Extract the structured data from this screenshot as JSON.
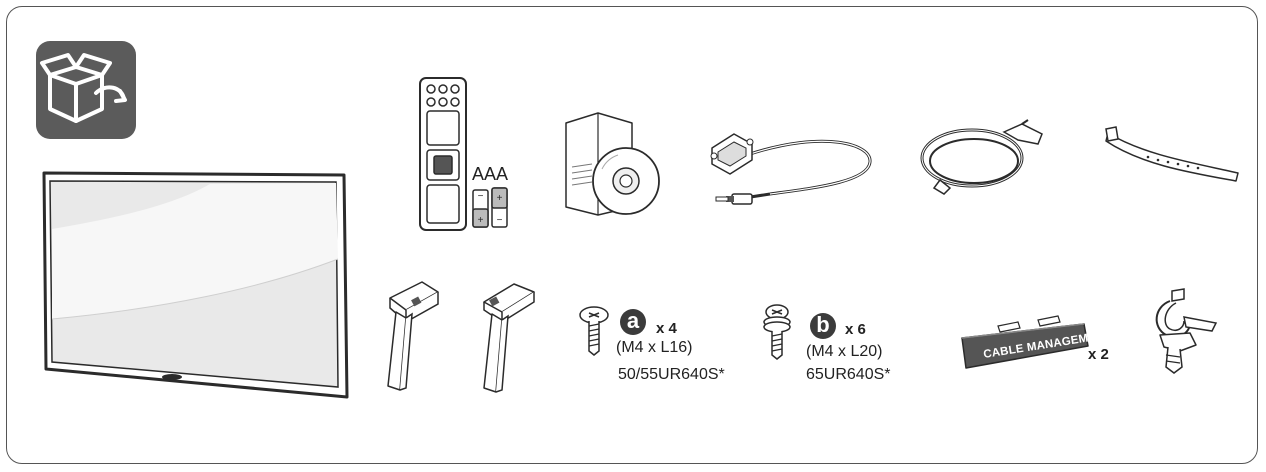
{
  "battery_label": "AAA",
  "screw_a": {
    "letter": "a",
    "qty": "x 4",
    "size": "(M4 x L16)",
    "model": "50/55UR640S*"
  },
  "screw_b": {
    "letter": "b",
    "qty": "x 6",
    "size": "(M4 x L20)",
    "model": "65UR640S*"
  },
  "cable_management": {
    "label": "CABLE MANAGEMENT",
    "qty": "x 2"
  },
  "colors": {
    "icon_bg": "#5b5b5b",
    "outline": "#2b2b2b",
    "dark_part": "#555555"
  },
  "icons": [
    "unbox-icon",
    "tv-icon",
    "remote-icon",
    "battery-icon",
    "manual-cd-icon",
    "rs232-cable-icon",
    "power-cord-icon",
    "cable-tie-icon",
    "stand-left-icon",
    "stand-right-icon",
    "screw-a-icon",
    "screw-b-icon",
    "cable-management-icon",
    "cable-holder-icon"
  ]
}
